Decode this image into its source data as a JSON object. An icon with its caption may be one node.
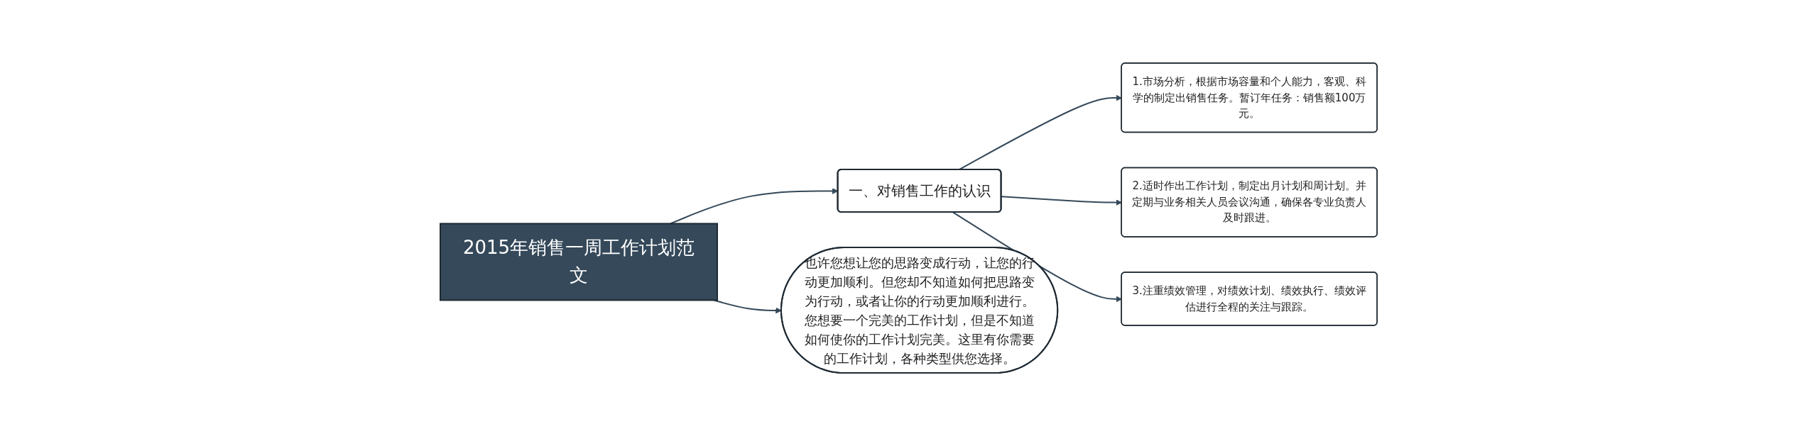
{
  "diagram": {
    "nodes": [
      {
        "text": [
          "2015年销售一周工作计划范文"
        ]
      },
      {
        "text": [
          "一、对销售工作的认识"
        ]
      },
      {
        "text": [
          "也许您想让您的思路变成行动，让您的行动更加顺利。但您却不知道如何把思路变为行动，或者让你的行动更加顺利进行。您想要一个完美的工作计划，但是不知道如何使你的工作计划完美。这里有你需要的工作计划，各种类型供您选择。"
        ]
      },
      {
        "text": [
          "1.市场分析，根据市场容量和个人能力，客观、科学的制定出销售任务。暂订年任务：销售额100万元。"
        ]
      },
      {
        "text": [
          "2.适时作出工作计划，制定出月计划和周计划。并定期与业务相关人员会议沟通，确保各专业负责人及时跟进。"
        ]
      },
      {
        "text": [
          "3.注重绩效管理，对绩效计划、绩效执行、绩效评估进行全程的关注与跟踪。"
        ]
      }
    ],
    "edges": [
      {
        "from": 0,
        "to": 1,
        "arrow": "to"
      },
      {
        "from": 0,
        "to": 2,
        "arrow": "to"
      },
      {
        "from": 1,
        "to": 3,
        "arrow": "to"
      },
      {
        "from": 1,
        "to": 4,
        "arrow": "to"
      },
      {
        "from": 1,
        "to": 5,
        "arrow": "to"
      }
    ]
  }
}
